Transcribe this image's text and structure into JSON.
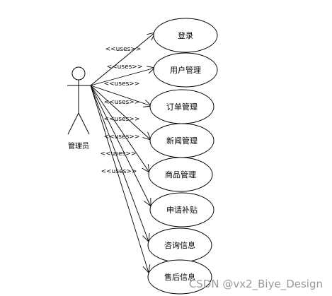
{
  "actor": {
    "label": "管理员"
  },
  "stereotype": "<<uses>>",
  "usecases": [
    {
      "label": "登录"
    },
    {
      "label": "用户管理"
    },
    {
      "label": "订单管理"
    },
    {
      "label": "新闻管理"
    },
    {
      "label": "商品管理"
    },
    {
      "label": "申请补贴"
    },
    {
      "label": "咨询信息"
    },
    {
      "label": "售后信息"
    }
  ],
  "watermark": "CSDN @vx2_Biye_Design"
}
